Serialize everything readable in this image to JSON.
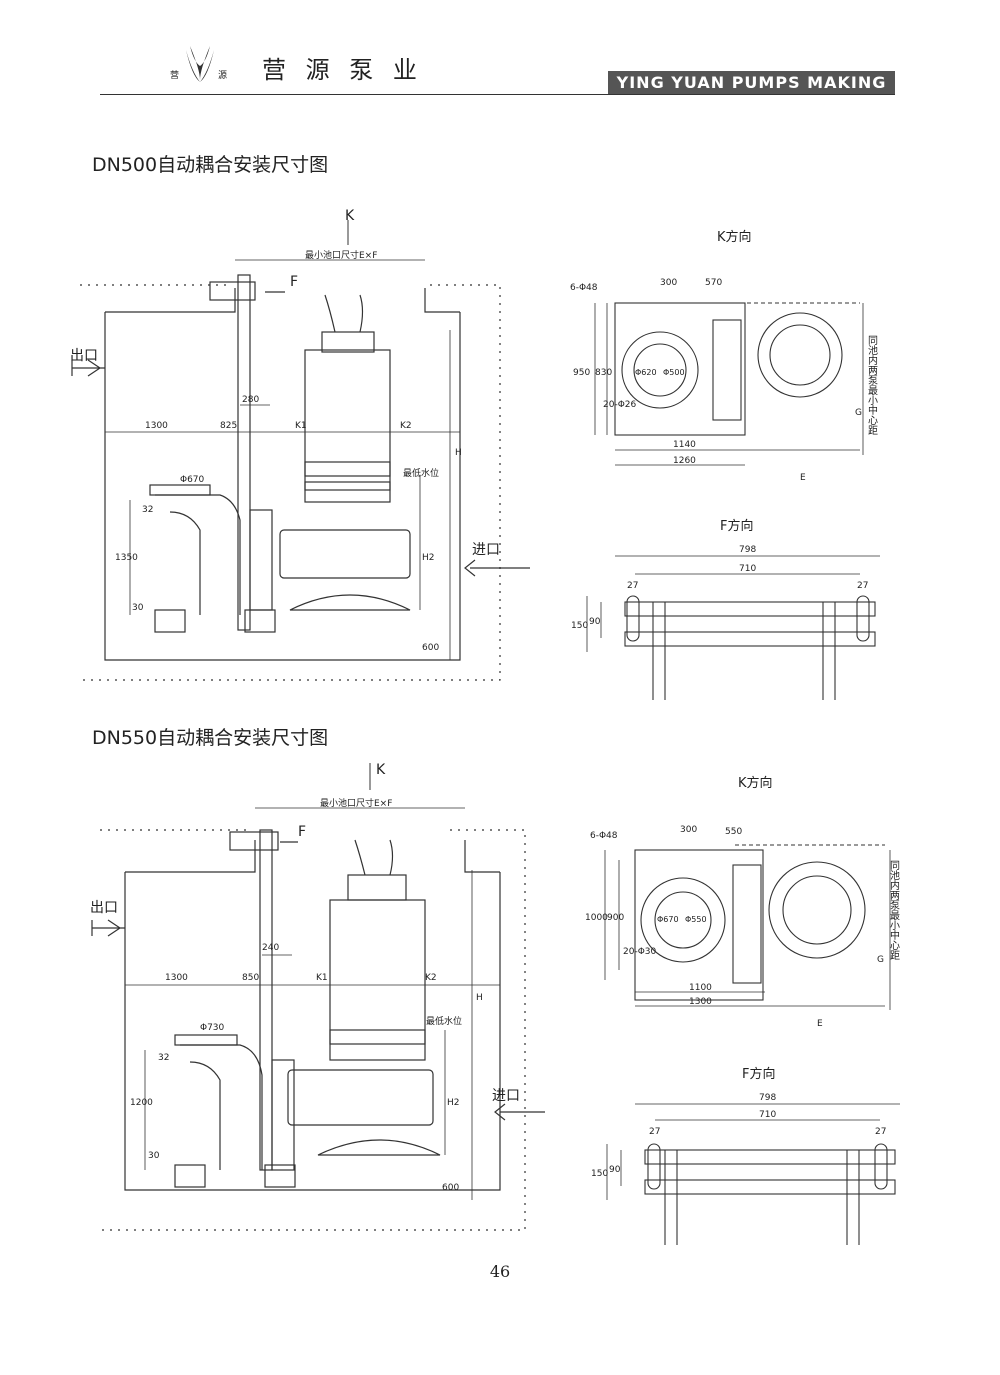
{
  "header": {
    "logo_chars": [
      "营",
      "源"
    ],
    "brand_cn": "营 源 泵 业",
    "brand_en": "YING YUAN PUMPS MAKING"
  },
  "sections": [
    {
      "title": "DN500自动耦合安装尺寸图",
      "elevation": {
        "k_arrow": "K",
        "f_arrow": "F",
        "pit_label": "最小池口尺寸E×F",
        "outlet_label": "出口",
        "inlet_label": "进口",
        "dims": {
          "rail_offset": "280",
          "left": "1300",
          "mid": "825",
          "k1": "K1",
          "k2": "K2",
          "h": "H",
          "h2": "H2",
          "flange_dia": "Φ670",
          "flange_t": "32",
          "height": "1350",
          "base": "30",
          "bottom": "600",
          "low_water": "最低水位"
        }
      },
      "k_view": {
        "title": "K方向",
        "bolt_spec": "6-Φ48",
        "d300": "300",
        "d570": "570",
        "d950": "950",
        "d830": "830",
        "pcd1": "Φ620",
        "pcd2": "Φ500",
        "hole_spec": "20-Φ26",
        "d1140": "1140",
        "d1260": "1260",
        "e": "E",
        "g": "G",
        "center_dist": "同池内两泵最小中心距"
      },
      "f_view": {
        "title": "F方向",
        "d798": "798",
        "d710": "710",
        "d27a": "27",
        "d27b": "27",
        "d150": "150",
        "d90": "90"
      }
    },
    {
      "title": "DN550自动耦合安装尺寸图",
      "elevation": {
        "k_arrow": "K",
        "f_arrow": "F",
        "pit_label": "最小池口尺寸E×F",
        "outlet_label": "出口",
        "inlet_label": "进口",
        "dims": {
          "rail_offset": "240",
          "left": "1300",
          "mid": "850",
          "k1": "K1",
          "k2": "K2",
          "h": "H",
          "h2": "H2",
          "flange_dia": "Φ730",
          "flange_t": "32",
          "height": "1200",
          "base": "30",
          "bottom": "600",
          "low_water": "最低水位"
        }
      },
      "k_view": {
        "title": "K方向",
        "bolt_spec": "6-Φ48",
        "d300": "300",
        "d570": "550",
        "d950": "1000",
        "d830": "900",
        "pcd1": "Φ670",
        "pcd2": "Φ550",
        "hole_spec": "20-Φ30",
        "d1140": "1100",
        "d1260": "1300",
        "e": "E",
        "g": "G",
        "center_dist": "同池内两泵最小中心距"
      },
      "f_view": {
        "title": "F方向",
        "d798": "798",
        "d710": "710",
        "d27a": "27",
        "d27b": "27",
        "d150": "150",
        "d90": "90"
      }
    }
  ],
  "footer": {
    "page_number": "46"
  }
}
